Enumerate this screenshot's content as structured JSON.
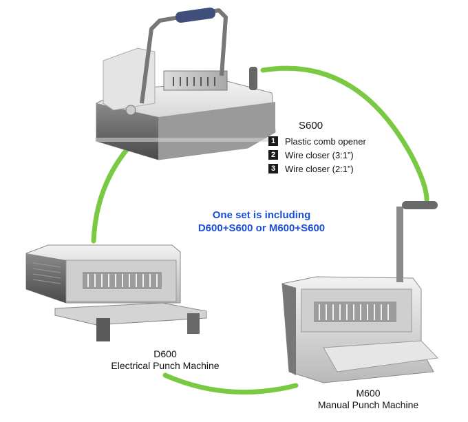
{
  "s600": {
    "title": "S600",
    "features": [
      {
        "num": "1",
        "text": "Plastic comb opener"
      },
      {
        "num": "2",
        "text": "Wire closer (3:1”)"
      },
      {
        "num": "3",
        "text": "Wire closer (2:1”)"
      }
    ]
  },
  "center": {
    "line1": "One set is including",
    "line2": "D600+S600 or M600+S600"
  },
  "d600": {
    "model": "D600",
    "description": "Electrical Punch Machine"
  },
  "m600": {
    "model": "M600",
    "description": "Manual Punch Machine"
  },
  "colors": {
    "arc": "#7ac943",
    "headline": "#1a4fd6"
  }
}
